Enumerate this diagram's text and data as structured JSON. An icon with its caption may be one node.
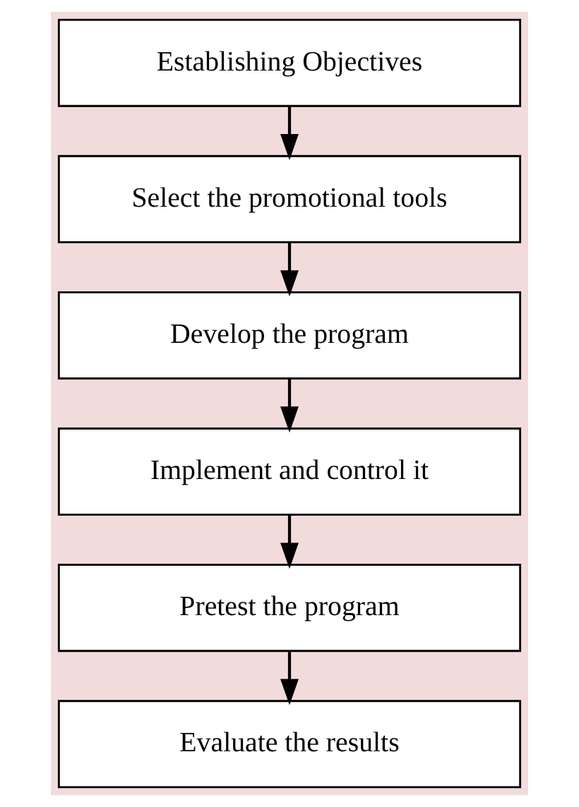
{
  "diagram": {
    "nodes": [
      {
        "text": [
          "Establishing Objectives"
        ]
      },
      {
        "text": [
          "Select the promotional tools"
        ]
      },
      {
        "text": [
          "Develop the program"
        ]
      },
      {
        "text": [
          "Implement and control it"
        ]
      },
      {
        "text": [
          "Pretest the program"
        ]
      },
      {
        "text": [
          "Evaluate the results"
        ]
      }
    ],
    "edges": [
      {
        "from": 0,
        "to": 1,
        "arrow": "to"
      },
      {
        "from": 1,
        "to": 2,
        "arrow": "to"
      },
      {
        "from": 2,
        "to": 3,
        "arrow": "to"
      },
      {
        "from": 3,
        "to": 4,
        "arrow": "to"
      },
      {
        "from": 4,
        "to": 5,
        "arrow": "to"
      }
    ]
  }
}
